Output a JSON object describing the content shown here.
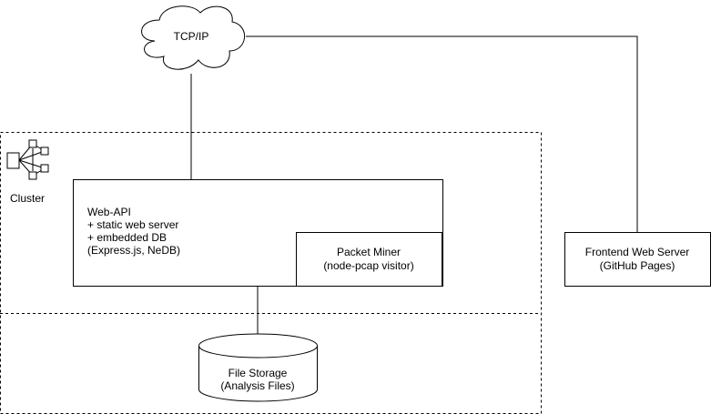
{
  "cloud": {
    "label": "TCP/IP"
  },
  "cluster": {
    "label": "Cluster",
    "icon": "network-cluster-icon"
  },
  "web_api": {
    "lines": [
      "Web-API",
      "+ static web server",
      "+ embedded DB",
      "(Express.js, NeDB)"
    ]
  },
  "packet_miner": {
    "lines": [
      "Packet Miner",
      "(node-pcap visitor)"
    ]
  },
  "file_storage": {
    "lines": [
      "File Storage",
      "(Analysis Files)"
    ]
  },
  "frontend": {
    "lines": [
      "Frontend Web Server",
      "(GitHub Pages)"
    ]
  },
  "colors": {
    "stroke": "#000000",
    "fill": "#ffffff"
  }
}
